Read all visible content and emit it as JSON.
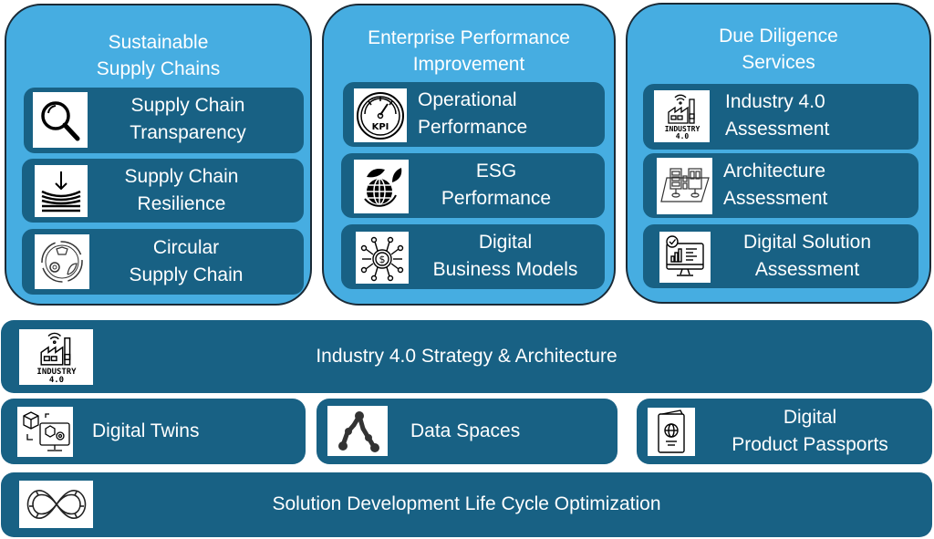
{
  "pillars": [
    {
      "title_lines": [
        "Sustainable",
        "Supply Chains"
      ],
      "items": [
        {
          "lines": [
            "Supply Chain",
            "Transparency"
          ],
          "icon": "magnifier-icon"
        },
        {
          "lines": [
            "Supply Chain",
            "Resilience"
          ],
          "icon": "resilience-icon"
        },
        {
          "lines": [
            "Circular",
            "Supply Chain"
          ],
          "icon": "circular-economy-icon"
        }
      ]
    },
    {
      "title_lines": [
        "Enterprise Performance",
        "Improvement"
      ],
      "items": [
        {
          "lines": [
            "Operational",
            "Performance"
          ],
          "icon": "kpi-gauge-icon",
          "icon_text": "KPI"
        },
        {
          "lines": [
            "ESG",
            "Performance"
          ],
          "icon": "esg-globe-icon"
        },
        {
          "lines": [
            "Digital",
            "Business Models"
          ],
          "icon": "digital-dollar-icon",
          "icon_text": "$"
        }
      ]
    },
    {
      "title_lines": [
        "Due Diligence",
        "Services"
      ],
      "items": [
        {
          "lines": [
            "Industry 4.0",
            "Assessment"
          ],
          "icon": "industry-factory-icon",
          "icon_text": [
            "INDUSTRY",
            "4.0"
          ]
        },
        {
          "lines": [
            "Architecture",
            "Assessment"
          ],
          "icon": "architecture-icon"
        },
        {
          "lines": [
            "Digital Solution",
            "Assessment"
          ],
          "icon": "dashboard-monitor-icon"
        }
      ]
    }
  ],
  "foundation": {
    "strategy": {
      "label": "Industry 4.0 Strategy & Architecture",
      "icon": "industry-factory-icon",
      "icon_text": [
        "INDUSTRY",
        "4.0"
      ]
    },
    "enablers": [
      {
        "label": "Digital Twins",
        "icon": "digital-twin-icon"
      },
      {
        "label": "Data Spaces",
        "icon": "network-nodes-icon"
      },
      {
        "lines": [
          "Digital",
          "Product Passports"
        ],
        "icon": "passport-icon"
      }
    ],
    "lifecycle": {
      "label": "Solution Development Life Cycle  Optimization",
      "icon": "infinity-loop-icon"
    }
  },
  "colors": {
    "pillar_bg": "#46ade1",
    "card_bg": "#186184",
    "text": "#ffffff"
  }
}
